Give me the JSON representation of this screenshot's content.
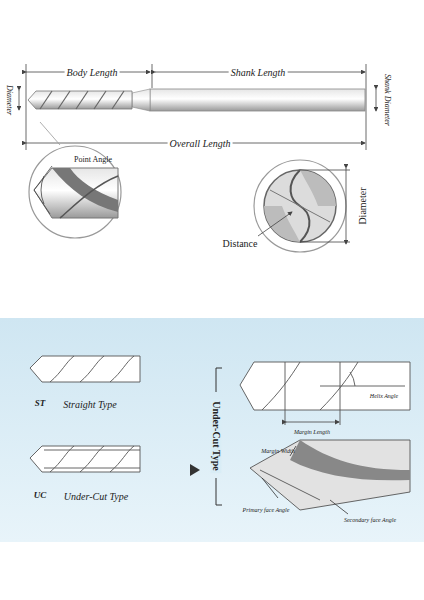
{
  "diagram": {
    "labels": [
      "Body Length",
      "Shank Length",
      "Diameter",
      "Shank Diameter",
      "Overall Length",
      "Point Angle",
      "Distance",
      "Diameter",
      "ST",
      "Straight Type",
      "UC",
      "Under-Cut Type",
      "Under-Cut Type",
      "Helix Angle",
      "Margin Length",
      "Margin Width",
      "Primary face Angle",
      "Secondary face Angle"
    ]
  }
}
